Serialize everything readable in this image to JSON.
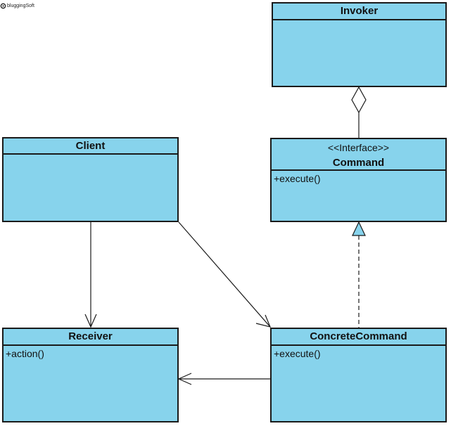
{
  "watermark": {
    "text": "bluggingSoft",
    "icon": "gear-icon"
  },
  "colors": {
    "class_fill": "#87d3ec",
    "border": "#1a1a1a",
    "line": "#1a1a1a"
  },
  "classes": {
    "invoker": {
      "name": "Invoker"
    },
    "command": {
      "stereotype": "<<Interface>>",
      "name": "Command",
      "op1": "+execute()"
    },
    "client": {
      "name": "Client"
    },
    "receiver": {
      "name": "Receiver",
      "op1": "+action()"
    },
    "concrete": {
      "name": "ConcreteCommand",
      "op1": "+execute()"
    }
  }
}
